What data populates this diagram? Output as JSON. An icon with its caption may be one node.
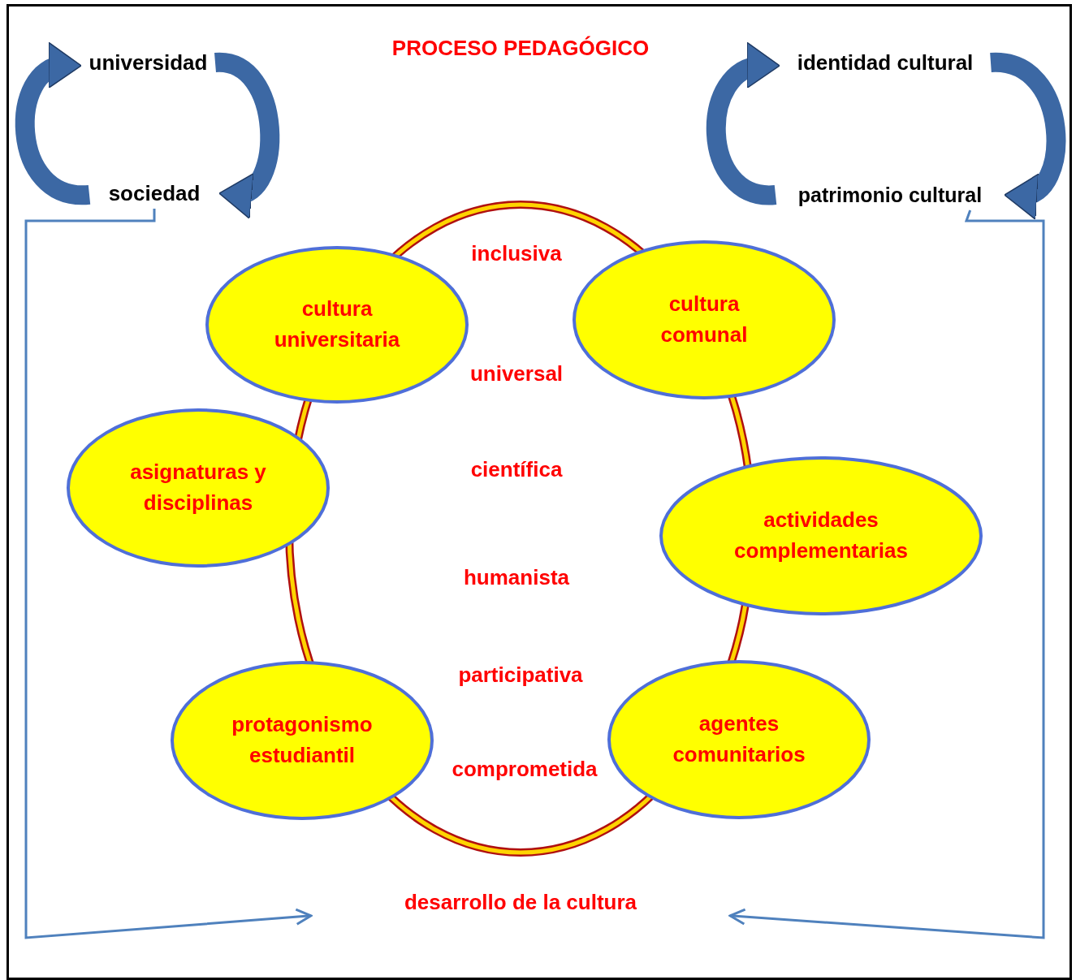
{
  "diagram": {
    "title": "PROCESO PEDAGÓGICO",
    "nodes": [
      {
        "text": [
          "universidad"
        ]
      },
      {
        "text": [
          "identidad cultural"
        ]
      },
      {
        "text": [
          "sociedad"
        ]
      },
      {
        "text": [
          "patrimonio cultural"
        ]
      },
      {
        "text": [
          "inclusiva",
          "universal",
          "científica",
          "humanista",
          "participativa",
          "comprometida"
        ]
      },
      {
        "text": [
          "cultura universitaria"
        ]
      },
      {
        "text": [
          "cultura comunal"
        ]
      },
      {
        "text": [
          "asignaturas y disciplinas"
        ]
      },
      {
        "text": [
          "actividades complementarias"
        ]
      },
      {
        "text": [
          "protagonismo estudiantil"
        ]
      },
      {
        "text": [
          "agentes comunitarios"
        ]
      },
      {
        "text": [
          "desarrollo de la cultura"
        ]
      }
    ],
    "edges": [
      {
        "from": 0,
        "to": 2,
        "arrow": "to"
      },
      {
        "from": 2,
        "to": 0,
        "arrow": "to"
      },
      {
        "from": 1,
        "to": 3,
        "arrow": "to"
      },
      {
        "from": 3,
        "to": 1,
        "arrow": "to"
      },
      {
        "from": 2,
        "to": 11,
        "arrow": "to"
      },
      {
        "from": 3,
        "to": 11,
        "arrow": "to"
      }
    ]
  }
}
